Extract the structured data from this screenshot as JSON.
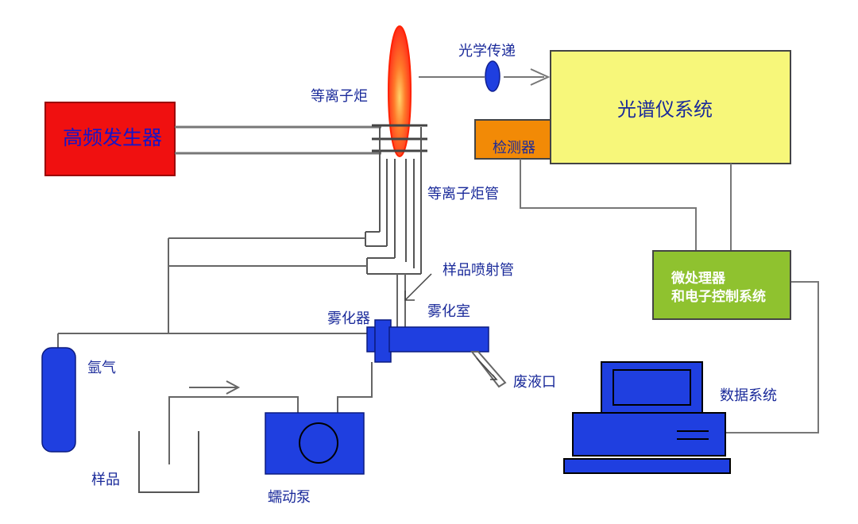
{
  "labels": {
    "generator": "高频发生器",
    "torch": "等离子炬",
    "optical": "光学传递",
    "spectrometer": "光谱仪系统",
    "detector": "检测器",
    "torch_tube": "等离子炬管",
    "injector": "样品喷射管",
    "nebulizer": "雾化器",
    "spray_chamber": "雾化室",
    "waste": "废液口",
    "argon": "氩气",
    "sample": "样品",
    "pump": "蠕动泵",
    "micro_line1": "微处理器",
    "micro_line2": "和电子控制系统",
    "data_system": "数据系统"
  },
  "colors": {
    "generator": "#f01010",
    "spectrometer": "#f7f77a",
    "detector": "#f28a06",
    "micro": "#8fc22f",
    "blue_parts": "#1f3fe0",
    "lines": "#6f6f6f",
    "label_text": "#1a2a9a"
  }
}
